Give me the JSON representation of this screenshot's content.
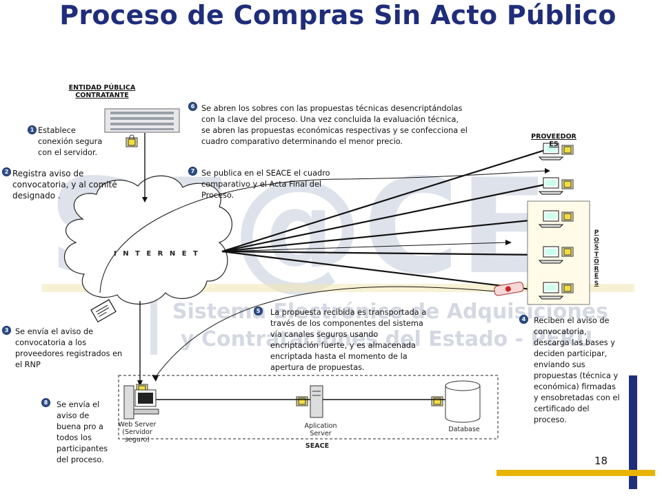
{
  "title": "Proceso de Compras Sin Acto Público",
  "watermark": {
    "logo": "SE@CE",
    "line1": "Sistema Electrónico de Adquisiciones",
    "line2": "y Contrataciones del Estado - PERU"
  },
  "entity_label": "ENTIDAD PÚBLICA CONTRATANTE",
  "providers_label": "PROVEEDOR ES",
  "postores_label": "POSTORES",
  "internet_label": "I N T E R N E T",
  "steps": [
    {
      "num": "1",
      "text": "Establece conexión segura con el servidor."
    },
    {
      "num": "2",
      "text": "Registra aviso de convocatoria, y al comité designado ."
    },
    {
      "num": "3",
      "text": "Se envía el aviso de convocatoria a los proveedores registrados en el RNP"
    },
    {
      "num": "4",
      "text": "Reciben el aviso de convocatoria, descarga las bases y deciden participar, enviando sus propuestas (técnica y económica) firmadas y ensobretadas con el certificado del proceso."
    },
    {
      "num": "5",
      "text": "La propuesta recibida es transportada a través de los componentes del sistema vía canales seguros usando encriptación fuerte, y es almacenada encriptada hasta el momento de la apertura de propuestas."
    },
    {
      "num": "6",
      "text": "Se abren los sobres con las propuestas técnicas desencriptándolas con la clave del proceso. Una vez concluida la evaluación técnica, se abren las propuestas económicas respectivas y se confecciona el cuadro comparativo determinando el menor precio."
    },
    {
      "num": "7",
      "text": "Se publica en el SEACE el cuadro comparativo y el Acta Final del Proceso."
    },
    {
      "num": "8",
      "text": "Se envía el aviso de buena pro a todos los participantes del proceso."
    }
  ],
  "servers": {
    "web": "Web Server (Servidor seguro)",
    "app": "Aplication Server",
    "db": "Database",
    "group": "SEACE"
  },
  "page_number": "18",
  "colors": {
    "title": "#1f2d7a",
    "badge": "#2c4e8c",
    "accent_yellow": "#e8b400",
    "accent_blue": "#1f2d7a"
  }
}
